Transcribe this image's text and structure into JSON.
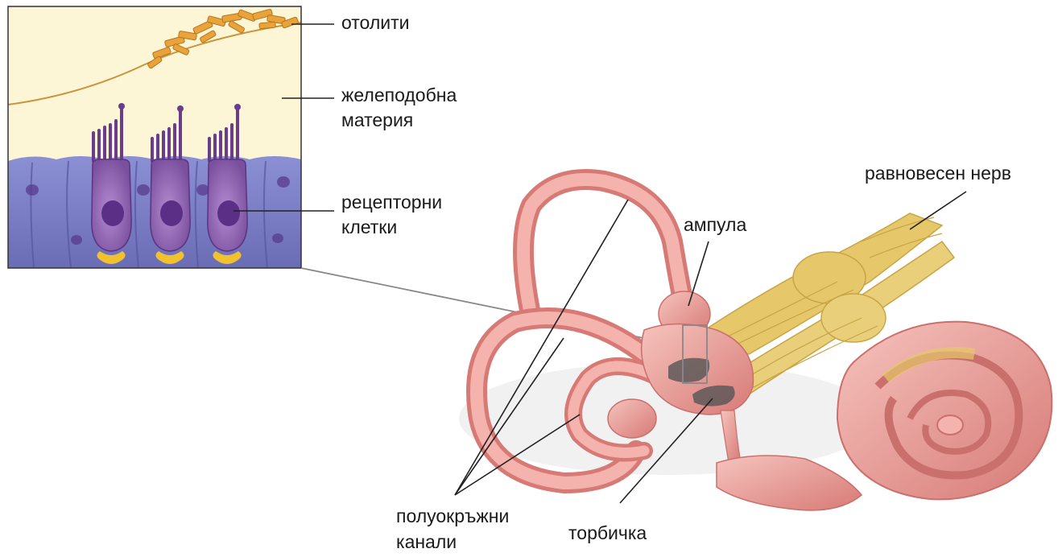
{
  "labels": {
    "otoliths": "отолити",
    "gel_line1": "желеподобна",
    "gel_line2": "материя",
    "receptor_line1": "рецепторни",
    "receptor_line2": "клетки",
    "nerve": "равновесен нерв",
    "ampulla": "ампула",
    "canals_line1": "полуокръжни",
    "canals_line2": "канали",
    "saccule": "торбичка"
  },
  "colors": {
    "gel": "#fdf6d6",
    "otoliths": "#e8a33a",
    "support_cells": "#7c7fc6",
    "receptor_cells": "#9b6bb8",
    "nerve_endings": "#f2c12e",
    "labyrinth": "#e99a95",
    "nerve": "#e6c86b"
  }
}
